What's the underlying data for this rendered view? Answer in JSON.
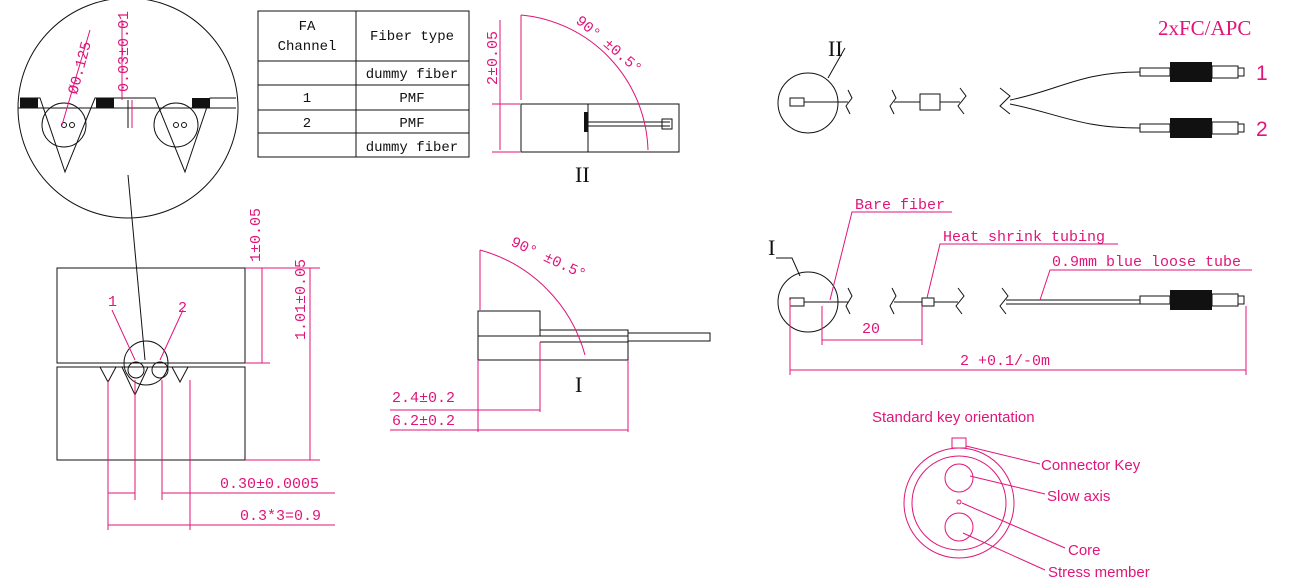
{
  "table": {
    "header_channel_1": "FA",
    "header_channel_2": "Channel",
    "header_fiber_type": "Fiber type",
    "rows": [
      {
        "channel": "",
        "fiber_type": "dummy fiber"
      },
      {
        "channel": "1",
        "fiber_type": "PMF"
      },
      {
        "channel": "2",
        "fiber_type": "PMF"
      },
      {
        "channel": "",
        "fiber_type": "dummy fiber"
      }
    ]
  },
  "detail_circle": {
    "diameter_label": "Ø0.125",
    "offset_label": "0.03±0.01"
  },
  "front_view": {
    "port_1": "1",
    "port_2": "2",
    "dim_top": "1±0.05",
    "dim_total": "1.01±0.05",
    "dim_pitch": "0.30±0.0005",
    "dim_span": "0.3*3=0.9"
  },
  "side_view_II": {
    "height_dim": "2±0.05",
    "angle_label": "90°  ±0.5°",
    "view_label": "II"
  },
  "side_view_I": {
    "angle_label": "90°  ±0.5°",
    "view_label": "I",
    "dim_a": "2.4±0.2",
    "dim_b": "6.2±0.2"
  },
  "assembly_top": {
    "connector_title": "2xFC/APC",
    "view_label": "II",
    "port_1": "1",
    "port_2": "2"
  },
  "assembly_bottom": {
    "view_label": "I",
    "bare_fiber": "Bare fiber",
    "heat_shrink": "Heat shrink tubing",
    "loose_tube": "0.9mm blue loose tube",
    "dim_20": "20",
    "dim_length": "2 +0.1/-0m"
  },
  "key_orientation": {
    "title": "Standard key orientation",
    "connector_key": "Connector Key",
    "slow_axis": "Slow axis",
    "core": "Core",
    "stress_member": "Stress member"
  },
  "colors": {
    "accent": "#e0157a",
    "line": "#111111"
  }
}
